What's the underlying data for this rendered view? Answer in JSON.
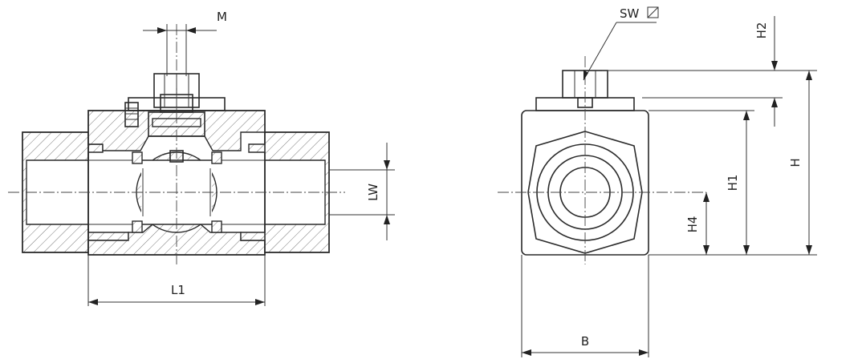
{
  "labels": {
    "m": "M",
    "lw": "LW",
    "l1": "L1",
    "sw": "SW",
    "h2": "H2",
    "h": "H",
    "h1": "H1",
    "h4": "H4",
    "b": "B"
  },
  "colors": {
    "line": "#2a2a2a",
    "background": "#ffffff"
  }
}
